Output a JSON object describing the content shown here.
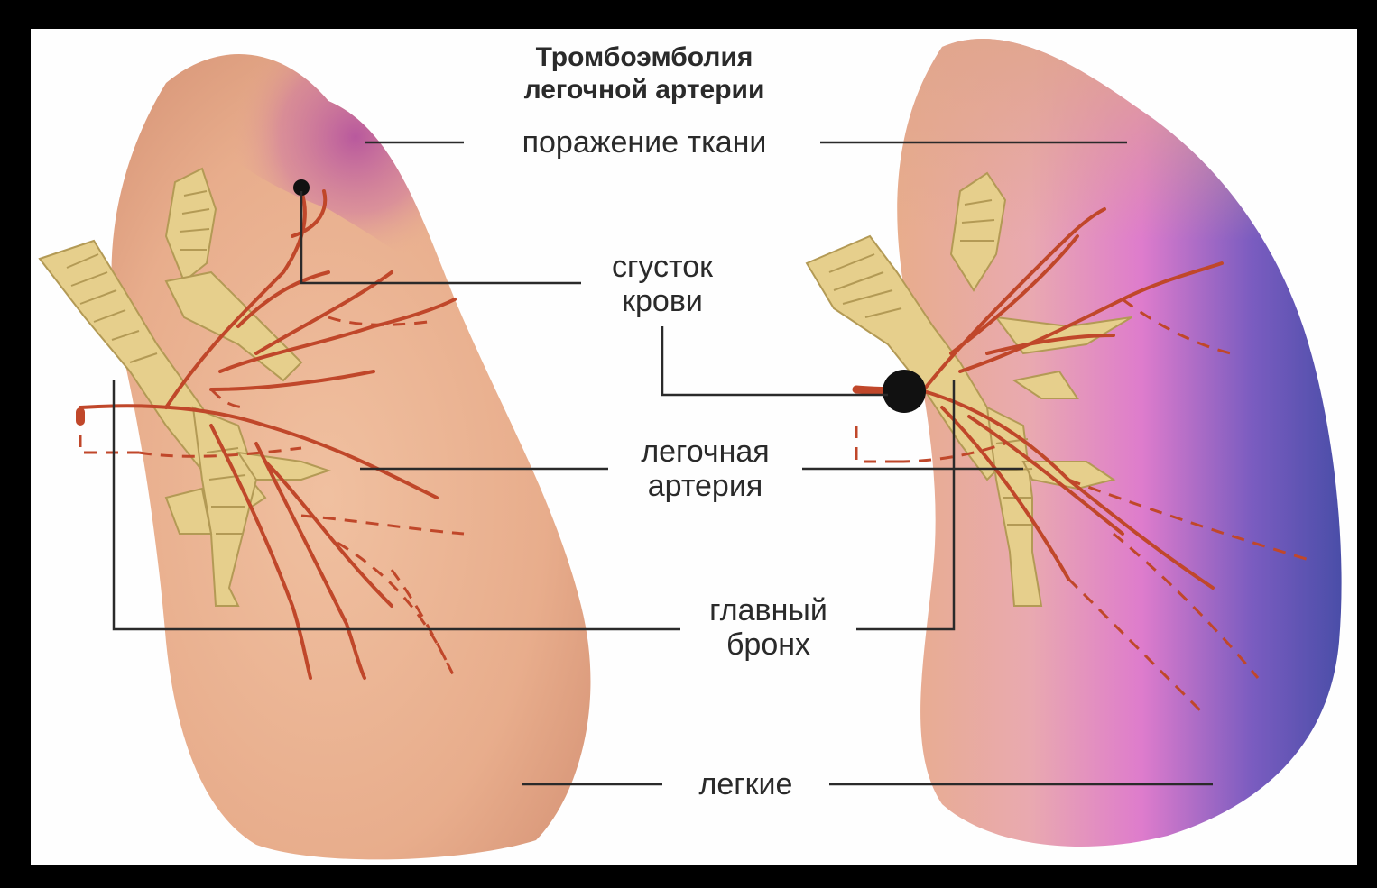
{
  "title": {
    "line1": "Тромбоэмболия",
    "line2": "легочной артерии"
  },
  "labels": {
    "tissue_damage": "поражение ткани",
    "clot_line1": "сгусток",
    "clot_line2": "крови",
    "artery_line1": "легочная",
    "artery_line2": "артерия",
    "bronchus_line1": "главный",
    "bronchus_line2": "бронх",
    "lungs": "легкие"
  },
  "colors": {
    "lung_skin": "#eab08f",
    "artery": "#c0472a",
    "bronchus": "#e6cf8c",
    "ischemia_purple": "#5a4fb0",
    "ischemia_pink": "#e07ac6",
    "clot": "#111111"
  }
}
